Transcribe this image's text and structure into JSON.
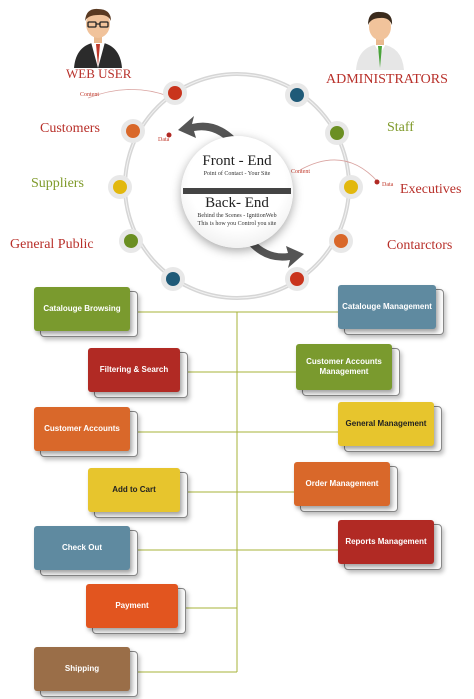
{
  "top": {
    "web_user": "WEB USER",
    "administrators": "ADMINISTRATORS",
    "left_roles": [
      "Customers",
      "Suppliers",
      "General Public"
    ],
    "right_roles": [
      "Staff",
      "Executives",
      "Contarctors"
    ],
    "content_left": "Content",
    "data_left": "Data",
    "content_right": "Content",
    "data_right": "Data",
    "front_end": "Front - End",
    "front_sub": "Point of Contact - Your Site",
    "back_end": "Back- End",
    "back_sub1": "Behind the Scenes - IgnitionWeb",
    "back_sub2": "This is how you Control you site"
  },
  "left_boxes": [
    {
      "label": "Catalouge Browsing",
      "color": "#7a9a2e"
    },
    {
      "label": "Filtering & Search",
      "color": "#b12a24"
    },
    {
      "label": "Customer Accounts",
      "color": "#d9682a"
    },
    {
      "label": "Add to Cart",
      "color": "#e7c52d"
    },
    {
      "label": "Check Out",
      "color": "#5f8aa0"
    },
    {
      "label": "Payment",
      "color": "#e2551f"
    },
    {
      "label": "Shipping",
      "color": "#9a6e48"
    }
  ],
  "right_boxes": [
    {
      "label": "Catalouge Management",
      "color": "#5f8aa0"
    },
    {
      "label": "Customer Accounts Management",
      "color": "#7a9a2e"
    },
    {
      "label": "General Management",
      "color": "#e7c52d"
    },
    {
      "label": "Order Management",
      "color": "#d9682a"
    },
    {
      "label": "Reports Management",
      "color": "#b12a24"
    }
  ],
  "colors": {
    "role_red": "#b8302a",
    "role_green": "#7f9a2a",
    "line": "#a7b33a",
    "ball_red": "#c9341d",
    "ball_blue": "#1f5a78",
    "ball_yellow": "#e2b80e",
    "ball_green": "#6b8f22"
  },
  "icons": [
    "web-user-avatar",
    "administrator-avatar",
    "curved-arrow-icon"
  ]
}
